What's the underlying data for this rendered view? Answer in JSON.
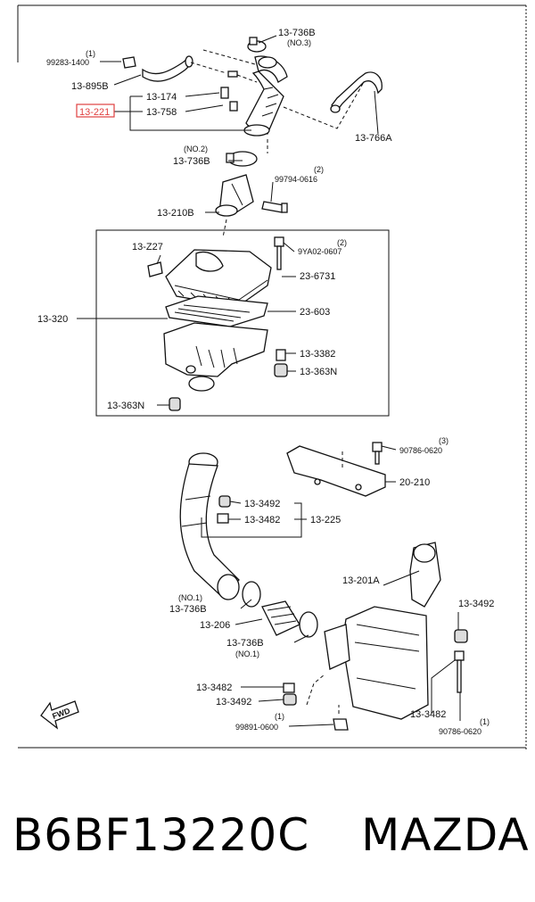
{
  "diagram": {
    "highlight_color": "#e04040",
    "labels": {
      "q99283": "(1)",
      "p99283": "99283-1400",
      "p13895B": "13-895B",
      "p13174": "13-174",
      "p13221": "13-221",
      "p13758": "13-758",
      "p13736B_top": "13-736B",
      "q13736B_top": "(NO.3)",
      "p13766A": "13-766A",
      "q13736B_2": "(NO.2)",
      "p13736B_2": "13-736B",
      "q99794": "(2)",
      "p99794": "99794-0616",
      "p13210B": "13-210B",
      "p13Z27": "13-Z27",
      "q9YA02": "(2)",
      "p9YA02": "9YA02-0607",
      "p236731": "23-6731",
      "p13320": "13-320",
      "p23603": "23-603",
      "p133382": "13-3382",
      "p13363N_r": "13-363N",
      "p13363N_l": "13-363N",
      "q90786a": "(3)",
      "p90786a": "90786-0620",
      "p20210": "20-210",
      "p133492a": "13-3492",
      "p133482a": "13-3482",
      "p13225": "13-225",
      "p13201A": "13-201A",
      "q13736B_1a": "(NO.1)",
      "p13736B_1a": "13-736B",
      "p133492b": "13-3492",
      "p13206": "13-206",
      "p13736B_1b": "13-736B",
      "q13736B_1b": "(NO.1)",
      "p133482b": "13-3482",
      "p133492c": "13-3492",
      "p133482c": "13-3482",
      "q99891": "(1)",
      "p99891": "99891-0600",
      "q90786b": "(1)",
      "p90786b": "90786-0620",
      "fwd": "FWD"
    }
  },
  "footer": {
    "part_number": "B6BF13220C",
    "brand": "MAZDA"
  }
}
